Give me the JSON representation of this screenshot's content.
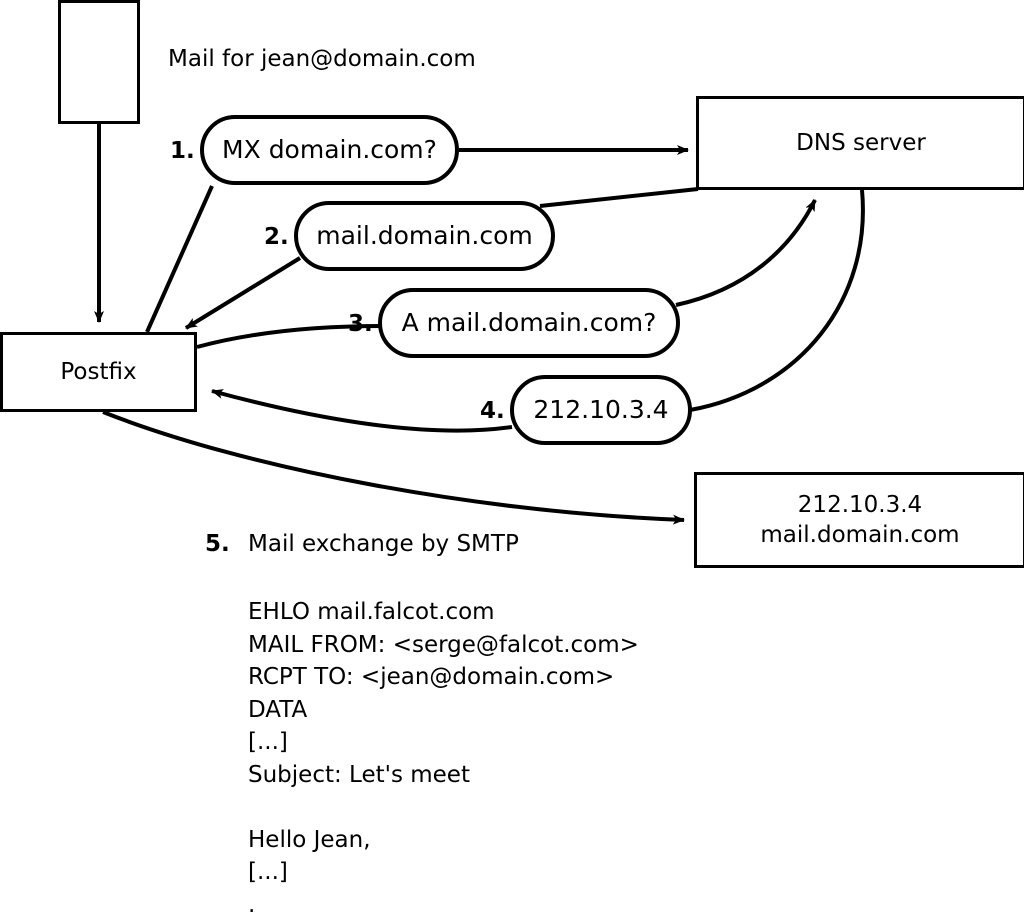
{
  "diagram": {
    "title_note": "Mail for jean@domain.com",
    "boxes": [
      {
        "id": "mail-source",
        "label": ""
      },
      {
        "id": "postfix",
        "label": "Postfix"
      },
      {
        "id": "dns-server",
        "label": "DNS server"
      },
      {
        "id": "mail-host",
        "label": "212.10.3.4\nmail.domain.com"
      }
    ],
    "steps": [
      {
        "num": "1.",
        "label": "MX domain.com?"
      },
      {
        "num": "2.",
        "label": "mail.domain.com"
      },
      {
        "num": "3.",
        "label": "A mail.domain.com?"
      },
      {
        "num": "4.",
        "label": "212.10.3.4"
      }
    ],
    "step5": {
      "num": "5.",
      "label": "Mail exchange by SMTP"
    },
    "transcript": "EHLO mail.falcot.com\nMAIL FROM: <serge@falcot.com>\nRCPT TO: <jean@domain.com>\nDATA\n[...]\nSubject: Let's meet\n\nHello Jean,\n[...]\n."
  },
  "colors": {
    "stroke": "#000000",
    "fill": "#ffffff"
  }
}
